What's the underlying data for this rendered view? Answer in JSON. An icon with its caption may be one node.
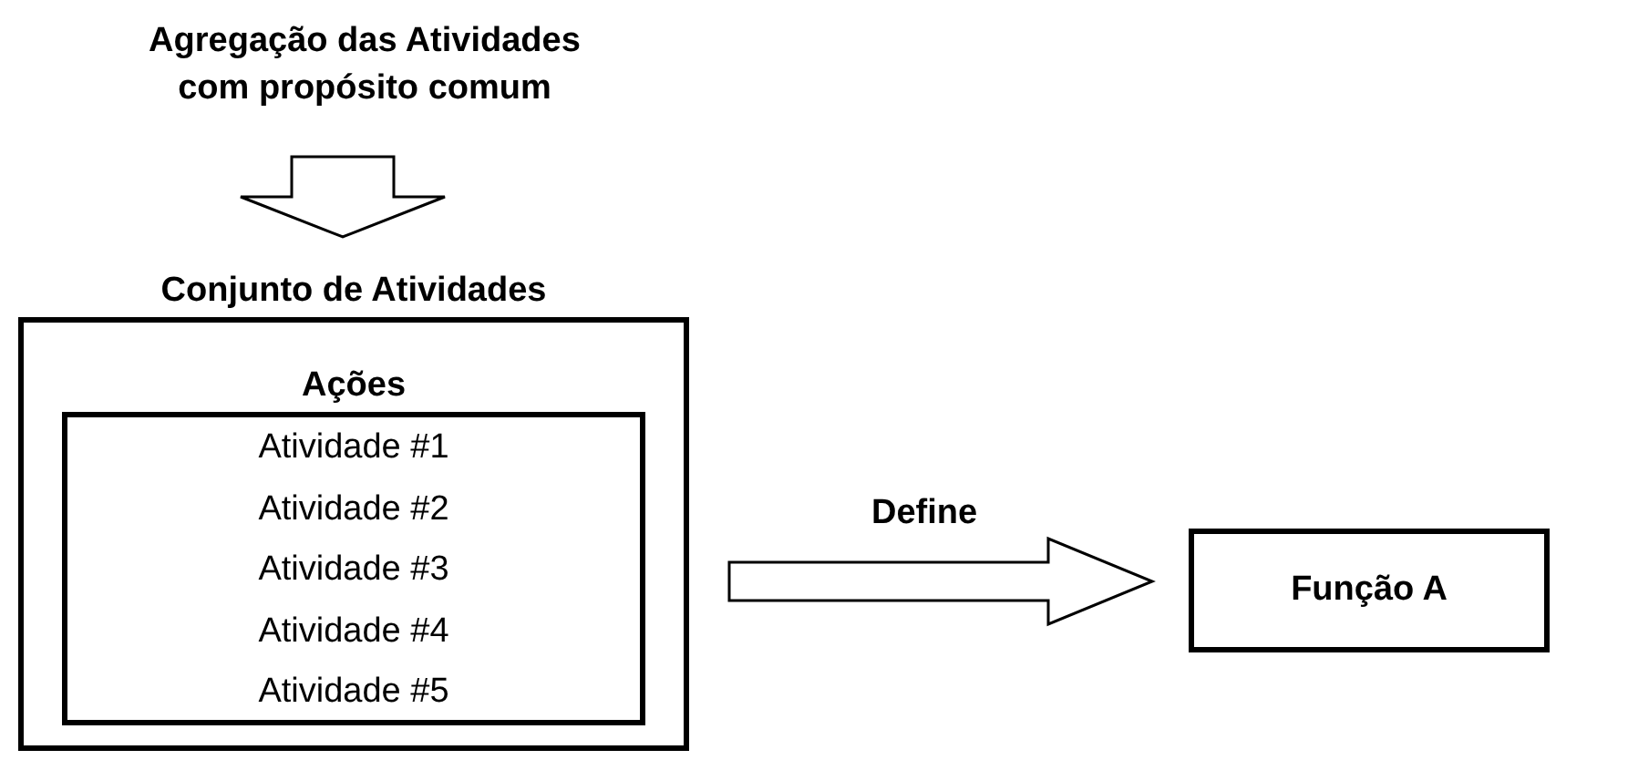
{
  "diagram": {
    "nodes": [
      {
        "text": [
          "Agregação das Atividades com propósito comum"
        ]
      },
      {
        "text": [
          "Conjunto de Atividades"
        ]
      },
      {
        "text": [
          "Ações",
          "Atividade #1",
          "Atividade #2",
          "Atividade #3",
          "Atividade #4",
          "Atividade #5"
        ],
        "in": 1
      },
      {
        "text": [
          "Função A"
        ]
      }
    ],
    "edges": [
      {
        "from": 0,
        "to": 1,
        "arrow": "to"
      },
      {
        "from": 1,
        "to": 3,
        "arrow": "to",
        "label": "Define"
      }
    ]
  }
}
